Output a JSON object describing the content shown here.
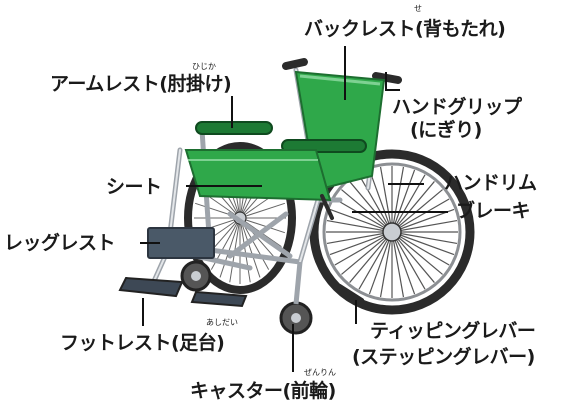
{
  "labels": {
    "backrest": "バックレスト(背もたれ)",
    "backrest_ruby": "せ",
    "armrest": "アームレスト(肘掛け)",
    "armrest_ruby": "ひじか",
    "handgrip_1": "ハンドグリップ",
    "handgrip_2": "(にぎり)",
    "seat": "シート",
    "handrim": "ハンドリム",
    "brake": "ブレーキ",
    "legrest": "レッグレスト",
    "footrest": "フットレスト(足台)",
    "footrest_ruby": "あしだい",
    "tipping_1": "ティッピングレバー",
    "tipping_2": "(ステッピングレバー)",
    "caster": "キャスター(前輪)",
    "caster_ruby": "ぜんりん"
  },
  "colors": {
    "seat_green": "#2fa84a",
    "seat_dark": "#1d7a34",
    "frame": "#c9cdd2",
    "tire": "#2b2b2b",
    "legrest": "#4a5968"
  }
}
